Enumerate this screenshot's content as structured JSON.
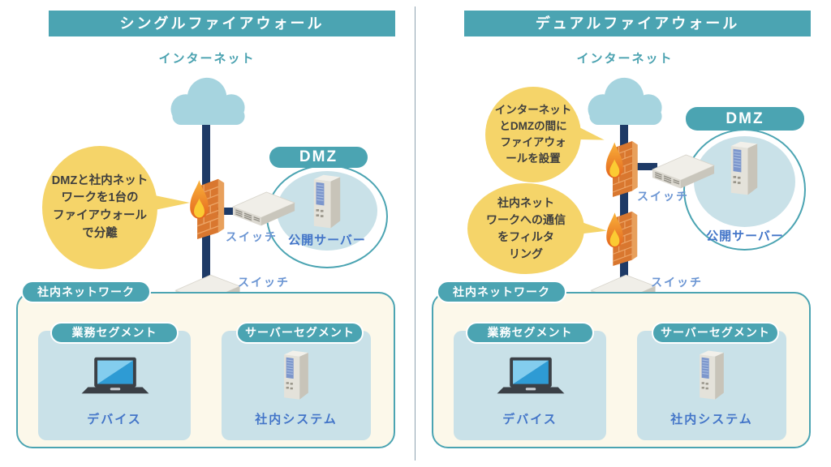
{
  "colors": {
    "teal_accent": "#4ba4b2",
    "ivory_box": "#fcf8ea",
    "segment_blue": "#c9e1e8",
    "cloud_blue": "#a6d4df",
    "trunk_navy": "#1e3a66",
    "device_label_blue": "#4375c8",
    "switch_label_blue": "#6b95d3",
    "callout_yellow": "#f5d469",
    "callout_text": "#3e3e3e",
    "firewall_orange": "#d9772f"
  },
  "left_panel": {
    "title": "シングルファイアウォール",
    "internet_label": "インターネット",
    "callout": "DMZと社内ネット\nワークを1台の\nファイアウォール\nで分離",
    "dmz_label": "DMZ",
    "public_server_label": "公開サーバー",
    "switch_upper_label": "スイッチ",
    "switch_lower_label": "スイッチ",
    "lan_label": "社内ネットワーク",
    "segment1_label": "業務セグメント",
    "segment1_item": "デバイス",
    "segment2_label": "サーバーセグメント",
    "segment2_item": "社内システム"
  },
  "right_panel": {
    "title": "デュアルファイアウォール",
    "internet_label": "インターネット",
    "callout_top": "インターネット\nとDMZの間に\nファイアウォ\nールを設置",
    "callout_bottom": "社内ネット\nワークへの通信\nをフィルタ\nリング",
    "dmz_label": "DMZ",
    "public_server_label": "公開サーバー",
    "switch_upper_label": "スイッチ",
    "switch_lower_label": "スイッチ",
    "lan_label": "社内ネットワーク",
    "segment1_label": "業務セグメント",
    "segment1_item": "デバイス",
    "segment2_label": "サーバーセグメント",
    "segment2_item": "社内システム"
  }
}
